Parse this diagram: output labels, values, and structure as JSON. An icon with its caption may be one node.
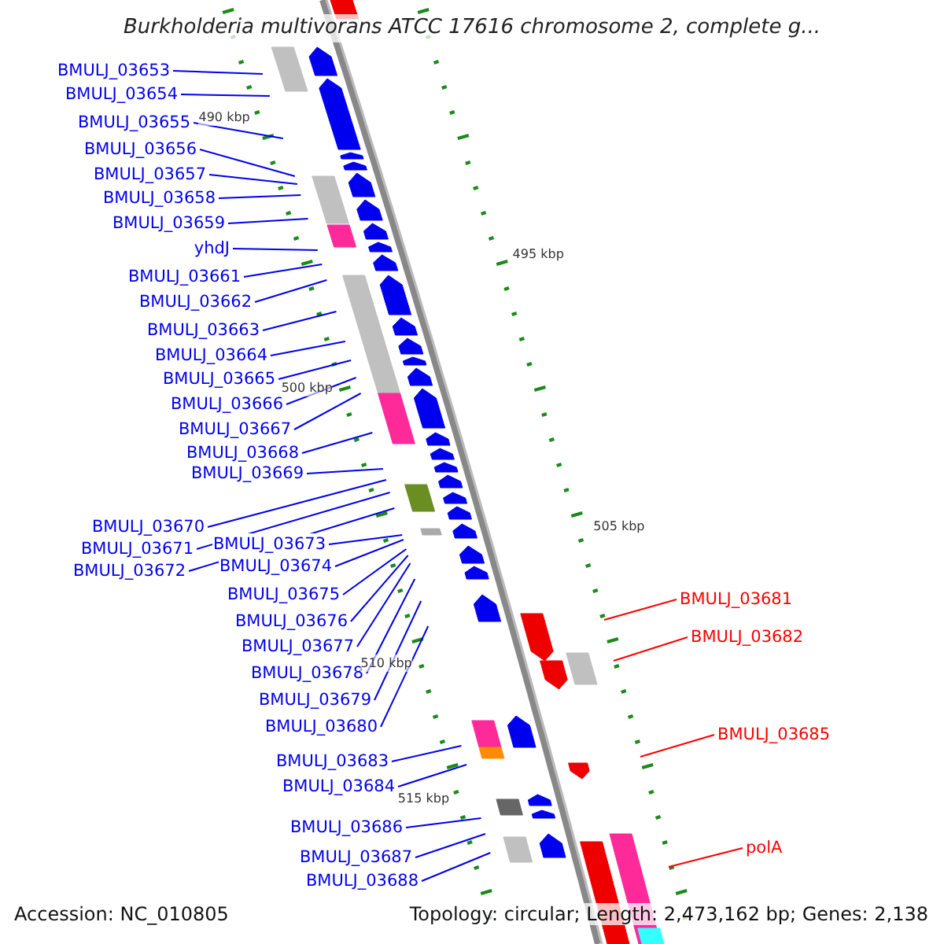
{
  "diagram": {
    "title": "Burkholderia multivorans ATCC 17616 chromosome 2, complete g...",
    "nodes": [
      {
        "text": [
          "BMULJ_03653"
        ]
      },
      {
        "text": [
          "BMULJ_03654"
        ]
      },
      {
        "text": [
          "BMULJ_03655"
        ]
      },
      {
        "text": [
          "BMULJ_03656"
        ]
      },
      {
        "text": [
          "BMULJ_03657"
        ]
      },
      {
        "text": [
          "BMULJ_03658"
        ]
      },
      {
        "text": [
          "BMULJ_03659"
        ]
      },
      {
        "text": [
          "yhdJ"
        ]
      },
      {
        "text": [
          "BMULJ_03661"
        ]
      },
      {
        "text": [
          "BMULJ_03662"
        ]
      },
      {
        "text": [
          "BMULJ_03663"
        ]
      },
      {
        "text": [
          "BMULJ_03664"
        ]
      },
      {
        "text": [
          "BMULJ_03665"
        ]
      },
      {
        "text": [
          "BMULJ_03666"
        ]
      },
      {
        "text": [
          "BMULJ_03667"
        ]
      },
      {
        "text": [
          "BMULJ_03668"
        ]
      },
      {
        "text": [
          "BMULJ_03669"
        ]
      },
      {
        "text": [
          "BMULJ_03670"
        ]
      },
      {
        "text": [
          "BMULJ_03671"
        ]
      },
      {
        "text": [
          "BMULJ_03672"
        ]
      },
      {
        "text": [
          "BMULJ_03673"
        ]
      },
      {
        "text": [
          "BMULJ_03674"
        ]
      },
      {
        "text": [
          "BMULJ_03675"
        ]
      },
      {
        "text": [
          "BMULJ_03676"
        ]
      },
      {
        "text": [
          "BMULJ_03677"
        ]
      },
      {
        "text": [
          "BMULJ_03678"
        ]
      },
      {
        "text": [
          "BMULJ_03679"
        ]
      },
      {
        "text": [
          "BMULJ_03680"
        ]
      },
      {
        "text": [
          "BMULJ_03681"
        ]
      },
      {
        "text": [
          "BMULJ_03682"
        ]
      },
      {
        "text": [
          "BMULJ_03683"
        ]
      },
      {
        "text": [
          "BMULJ_03684"
        ]
      },
      {
        "text": [
          "BMULJ_03685"
        ]
      },
      {
        "text": [
          "BMULJ_03686"
        ]
      },
      {
        "text": [
          "BMULJ_03687"
        ]
      },
      {
        "text": [
          "BMULJ_03688"
        ]
      },
      {
        "text": [
          "polA"
        ]
      }
    ],
    "edges": [
      {
        "from": 0,
        "to": null,
        "arrow": "none"
      },
      {
        "from": 1,
        "to": null,
        "arrow": "none"
      },
      {
        "from": 2,
        "to": null,
        "arrow": "none"
      },
      {
        "from": 3,
        "to": null,
        "arrow": "none"
      },
      {
        "from": 4,
        "to": null,
        "arrow": "none"
      },
      {
        "from": 5,
        "to": null,
        "arrow": "none"
      },
      {
        "from": 6,
        "to": null,
        "arrow": "none"
      },
      {
        "from": 7,
        "to": null,
        "arrow": "none"
      },
      {
        "from": 8,
        "to": null,
        "arrow": "none"
      },
      {
        "from": 9,
        "to": null,
        "arrow": "none"
      },
      {
        "from": 10,
        "to": null,
        "arrow": "none"
      },
      {
        "from": 11,
        "to": null,
        "arrow": "none"
      },
      {
        "from": 12,
        "to": null,
        "arrow": "none"
      },
      {
        "from": 13,
        "to": null,
        "arrow": "none"
      },
      {
        "from": 14,
        "to": null,
        "arrow": "none"
      },
      {
        "from": 15,
        "to": null,
        "arrow": "none"
      },
      {
        "from": 16,
        "to": null,
        "arrow": "none"
      },
      {
        "from": 17,
        "to": null,
        "arrow": "none"
      },
      {
        "from": 18,
        "to": null,
        "arrow": "none"
      },
      {
        "from": 19,
        "to": null,
        "arrow": "none"
      },
      {
        "from": 20,
        "to": null,
        "arrow": "none"
      },
      {
        "from": 21,
        "to": null,
        "arrow": "none"
      },
      {
        "from": 22,
        "to": null,
        "arrow": "none"
      },
      {
        "from": 23,
        "to": null,
        "arrow": "none"
      },
      {
        "from": 24,
        "to": null,
        "arrow": "none"
      },
      {
        "from": 25,
        "to": null,
        "arrow": "none"
      },
      {
        "from": 26,
        "to": null,
        "arrow": "none"
      },
      {
        "from": 27,
        "to": null,
        "arrow": "none"
      },
      {
        "from": 28,
        "to": null,
        "arrow": "none",
        "color": "#ff0000"
      },
      {
        "from": 29,
        "to": null,
        "arrow": "none",
        "color": "#ff0000"
      },
      {
        "from": 30,
        "to": null,
        "arrow": "none"
      },
      {
        "from": 31,
        "to": null,
        "arrow": "none"
      },
      {
        "from": 32,
        "to": null,
        "arrow": "none",
        "color": "#ff0000"
      },
      {
        "from": 33,
        "to": null,
        "arrow": "none"
      },
      {
        "from": 34,
        "to": null,
        "arrow": "none"
      },
      {
        "from": 35,
        "to": null,
        "arrow": "none"
      },
      {
        "from": 36,
        "to": null,
        "arrow": "none",
        "color": "#ff0000"
      }
    ],
    "labels": [
      "490 kbp",
      "495 kbp",
      "500 kbp",
      "505 kbp",
      "510 kbp",
      "515 kbp",
      "Accession: NC_010805",
      "Topology: circular; Length: 2,473,162 bp; Genes: 2,138"
    ]
  }
}
